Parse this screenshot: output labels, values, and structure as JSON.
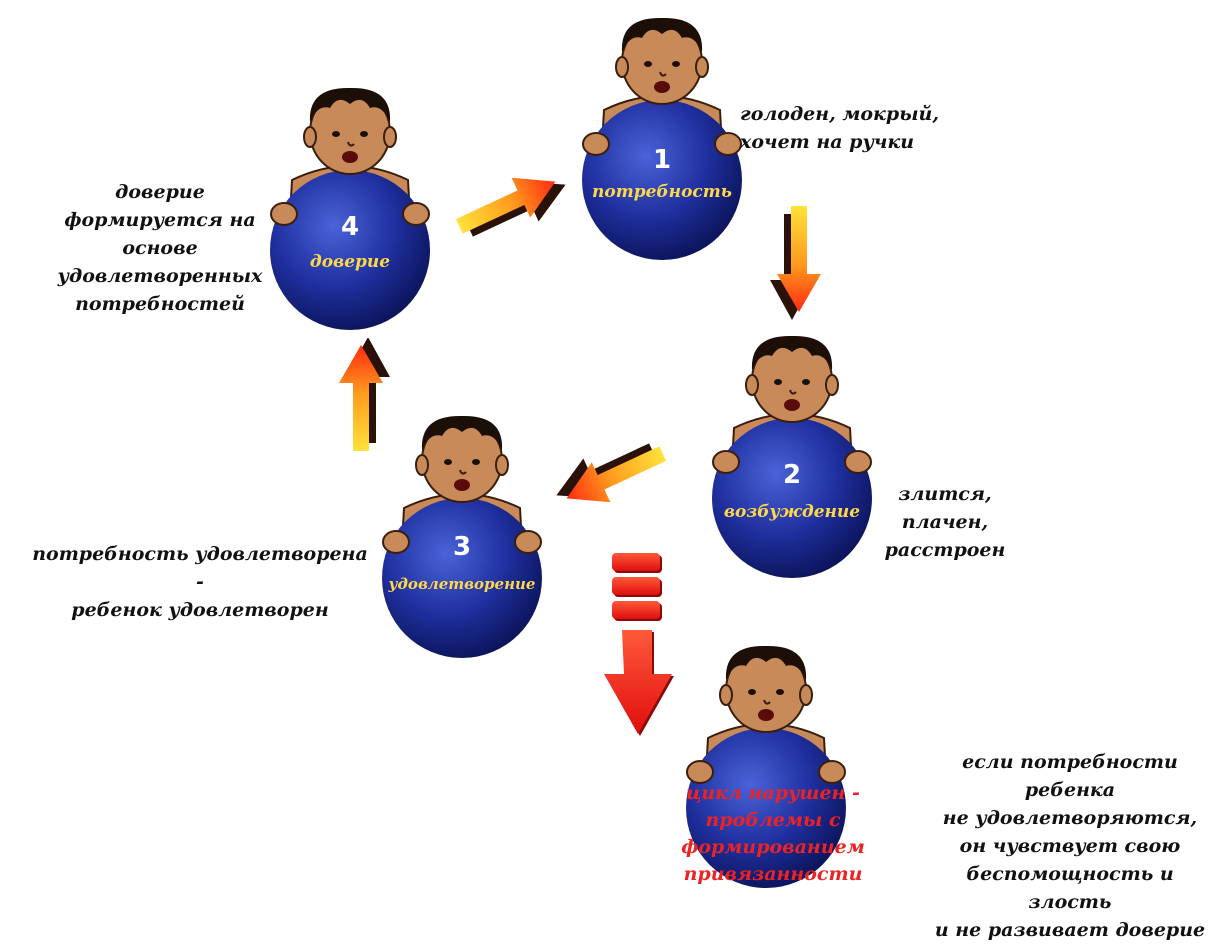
{
  "stages": [
    {
      "number": "1",
      "label": "потребность",
      "caption": "голоден, мокрый,\nхочет на ручки"
    },
    {
      "number": "2",
      "label": "возбуждение",
      "caption": "злится,\nплачен,\nрасстроен"
    },
    {
      "number": "3",
      "label": "удовлетворение",
      "caption": "потребность удовлетворена -\nребенок удовлетворен"
    },
    {
      "number": "4",
      "label": "доверие",
      "caption": "доверие\nформируется на основе\nудовлетворенных\nпотребностей"
    }
  ],
  "broken": {
    "label": "цикл нарушен -\nпроблемы с формированием\nпривязанности",
    "caption": "если потребности ребенка\nне удовлетворяются,\nон чувствует свою\nбеспомощность и злость\nи не развивает доверие"
  },
  "colors": {
    "ball": "#1f2f9e",
    "label": "#ffd84a",
    "broken_label": "#ee2222",
    "arrow_start": "#ffe23a",
    "arrow_end": "#ff2a10"
  }
}
